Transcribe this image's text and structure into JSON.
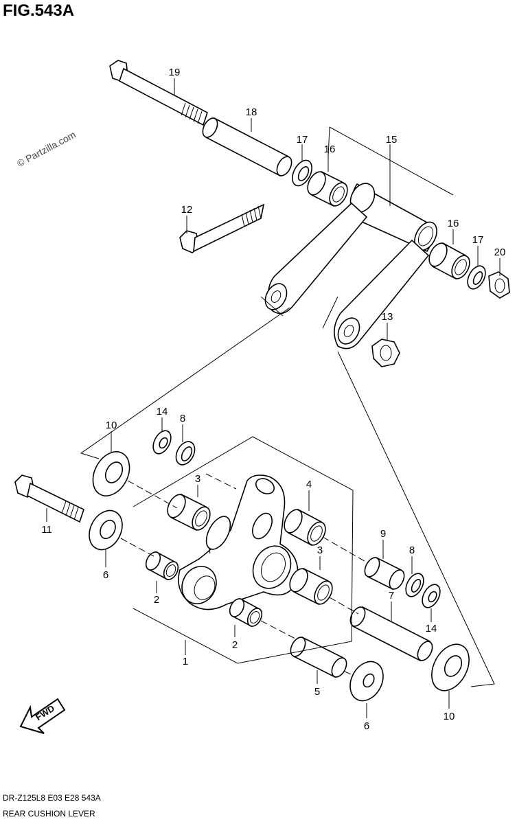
{
  "figure_title": "FIG.543A",
  "watermark": "© Partzilla.com",
  "footer": {
    "code": "DR-Z125L8  E03  E28  543A",
    "name": "REAR CUSHION LEVER"
  },
  "fwd_label": "FWD",
  "callouts": {
    "c19": "19",
    "c18": "18",
    "c17a": "17",
    "c16a": "16",
    "c15": "15",
    "c12": "12",
    "c16b": "16",
    "c17b": "17",
    "c20": "20",
    "c13": "13",
    "c14a": "14",
    "c8a": "8",
    "c10a": "10",
    "c3a": "3",
    "c4": "4",
    "c11": "11",
    "c6a": "6",
    "c2a": "2",
    "c9": "9",
    "c3b": "3",
    "c8b": "8",
    "c7": "7",
    "c14b": "14",
    "c2b": "2",
    "c1": "1",
    "c5": "5",
    "c6b": "6",
    "c10b": "10"
  }
}
